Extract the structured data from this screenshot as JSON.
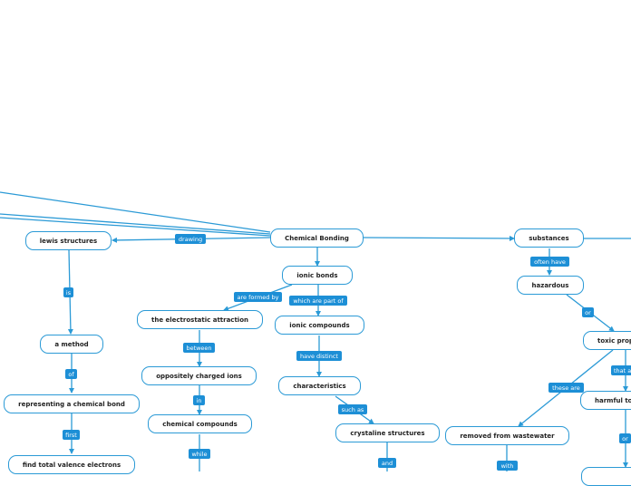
{
  "colors": {
    "line": "#2b9ad6",
    "label_bg": "#1d8fd6",
    "label_text": "#ffffff",
    "node_border": "#2b9ad6"
  },
  "nodes": {
    "chemical_bonding": "Chemical Bonding",
    "lewis_structures": "lewis structures",
    "a_method": "a method",
    "representing_bond": "representing a chemical bond",
    "find_valence": "find total valence electrons",
    "ionic_bonds": "ionic bonds",
    "electrostatic_attraction": "the electrostatic attraction",
    "oppositely_charged_ions": "oppositely charged ions",
    "chemical_compounds": "chemical compounds",
    "ionic_compounds": "ionic compounds",
    "characteristics": "characteristics",
    "crystaline_structures": "crystaline structures",
    "substances": "substances",
    "hazardous": "hazardous",
    "toxic_prop": "toxic prop",
    "harmful_to": "harmful to",
    "removed_from_wastewater": "removed from wastewater"
  },
  "labels": {
    "drawing": "drawing",
    "is": "is",
    "of": "of",
    "first": "first",
    "are_formed_by": "are formed by",
    "which_are_part_of": "which are part of",
    "between": "between",
    "in": "in",
    "while": "while",
    "have_distinct": "have distinct",
    "such_as": "such as",
    "and": "and",
    "often_have": "often have",
    "or_1": "or",
    "these_are": "these are",
    "that_a": "that a",
    "or_2": "or",
    "with": "with"
  }
}
